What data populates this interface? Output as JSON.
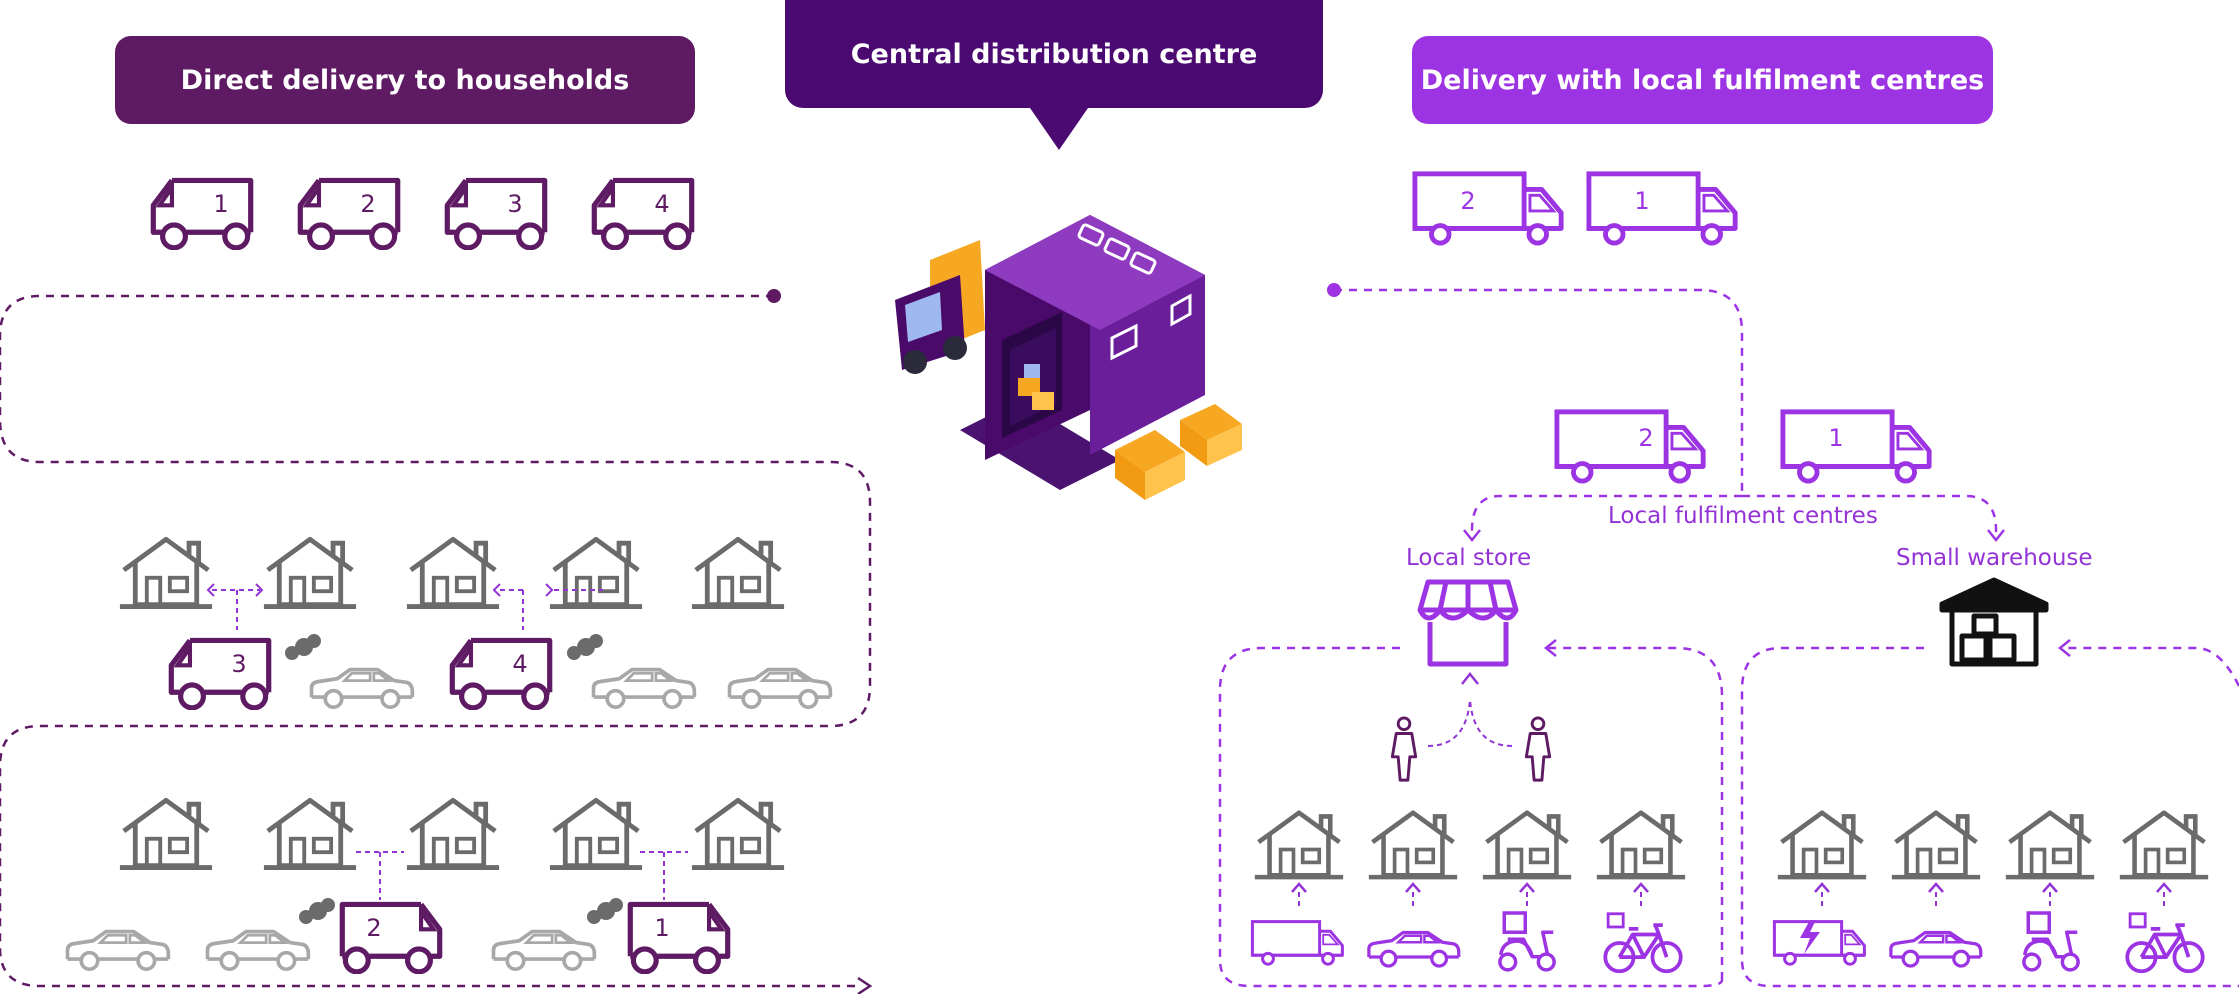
{
  "headers": {
    "left": "Direct delivery to households",
    "center": "Central distribution centre",
    "right": "Delivery with local fulfilment centres"
  },
  "labels": {
    "local_fulfilment_centres": "Local fulfilment centres",
    "local_store": "Local store",
    "small_warehouse": "Small warehouse"
  },
  "direct_vans": [
    "1",
    "2",
    "3",
    "4"
  ],
  "route_vans": [
    "3",
    "4",
    "2",
    "1"
  ],
  "central_trucks": [
    "2",
    "1"
  ],
  "local_trucks": [
    "2",
    "1"
  ],
  "colors": {
    "dark_purple": "#5e1a63",
    "deep_purple": "#4b0a72",
    "bright_purple": "#9d34e3",
    "grey": "#6b6b6b",
    "light_grey": "#a8a8a8",
    "orange": "#f7a823"
  }
}
